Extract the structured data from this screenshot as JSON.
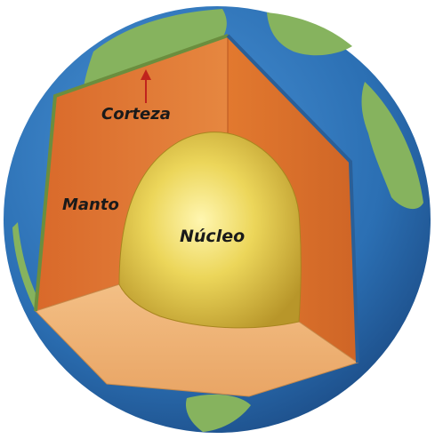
{
  "diagram": {
    "labels": {
      "crust": "Corteza",
      "mantle": "Manto",
      "core": "Núcleo"
    },
    "colors": {
      "ocean": "#2b6fb3",
      "land": "#86b35e",
      "mantle": "#e07a32",
      "mantle_dark": "#c55f22",
      "floor": "#f0b478",
      "core": "#e8cf4e",
      "arrow": "#c0231d"
    }
  }
}
